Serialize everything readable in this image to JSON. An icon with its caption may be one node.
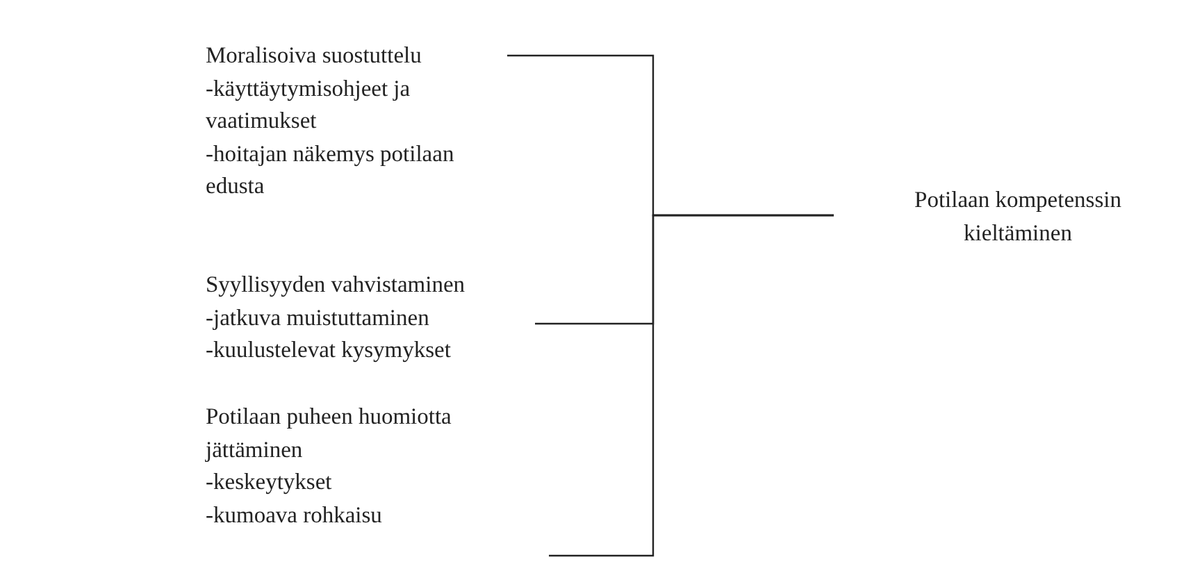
{
  "diagram": {
    "nodes": [
      {
        "text": [
          "Moralisoiva suostuttelu",
          "-käyttäytymisohjeet ja vaatimukset",
          "-hoitajan näkemys potilaan edusta"
        ]
      },
      {
        "text": [
          "Syyllisyyden vahvistaminen",
          "-jatkuva muistuttaminen",
          "-kuulustelevat kysymykset"
        ]
      },
      {
        "text": [
          "Potilaan puheen huomiotta jättäminen",
          "-keskeytykset",
          "-kumoava rohkaisu"
        ]
      },
      {
        "text": [
          "Potilaan kompetenssin kieltäminen"
        ]
      }
    ],
    "edges": [
      {
        "from": 0,
        "to": 3,
        "arrow": "none"
      },
      {
        "from": 1,
        "to": 3,
        "arrow": "none"
      },
      {
        "from": 2,
        "to": 3,
        "arrow": "none"
      }
    ]
  }
}
